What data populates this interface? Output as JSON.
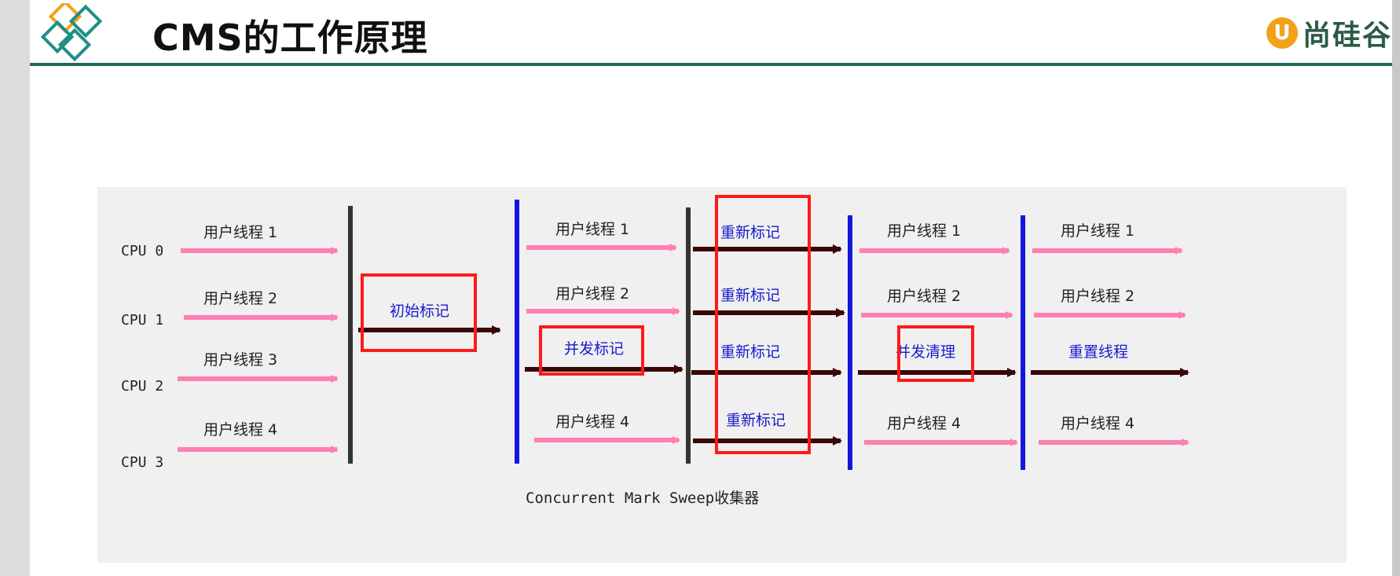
{
  "slide": {
    "title": "CMS的工作原理",
    "brand": {
      "badge": "U",
      "text": "尚硅谷"
    }
  },
  "diagram": {
    "cpus": [
      "CPU 0",
      "CPU 1",
      "CPU 2",
      "CPU 3"
    ],
    "phase1_threads": [
      "用户线程 1",
      "用户线程 2",
      "用户线程 3",
      "用户线程 4"
    ],
    "initial_mark": "初始标记",
    "phase3_threads": [
      "用户线程 1",
      "用户线程 2",
      "用户线程 4"
    ],
    "concurrent_mark": "并发标记",
    "remark_labels": [
      "重新标记",
      "重新标记",
      "重新标记",
      "重新标记"
    ],
    "phase5_threads": [
      "用户线程 1",
      "用户线程 2",
      "用户线程 4"
    ],
    "concurrent_sweep": "并发清理",
    "phase6_threads": [
      "用户线程 1",
      "用户线程 2",
      "用户线程 4"
    ],
    "reset_threads": "重置线程",
    "caption": "Concurrent Mark Sweep收集器",
    "colors": {
      "user_arrow": "#ff7fb3",
      "gc_arrow": "#3a0606",
      "stw_line": "#333333",
      "concurrent_line": "#1515e0",
      "gc_label": "#1a1ad0",
      "highlight_box": "#ff1a1a"
    }
  }
}
